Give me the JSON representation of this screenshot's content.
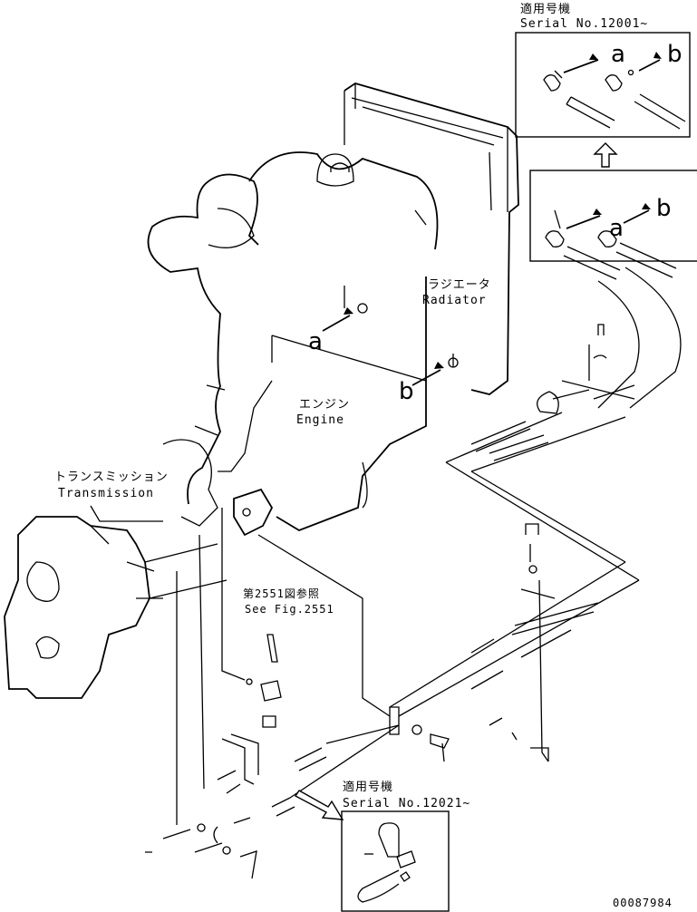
{
  "labels": {
    "top_serial_jp": "適用号機",
    "top_serial": "Serial No.12001~",
    "bottom_serial_jp": "適用号機",
    "bottom_serial": "Serial No.12021~",
    "radiator_jp": "ラジエータ",
    "radiator": "Radiator",
    "engine_jp": "エンジン",
    "engine": "Engine",
    "transmission_jp": "トランスミッション",
    "transmission": "Transmission",
    "see_fig_jp": "第2551図参照",
    "see_fig": "See Fig.2551",
    "ref_a": "a",
    "ref_b": "b",
    "drawing_number": "00087984"
  },
  "icons": [
    "arrow-up-icon",
    "arrow-down-right-icon"
  ]
}
